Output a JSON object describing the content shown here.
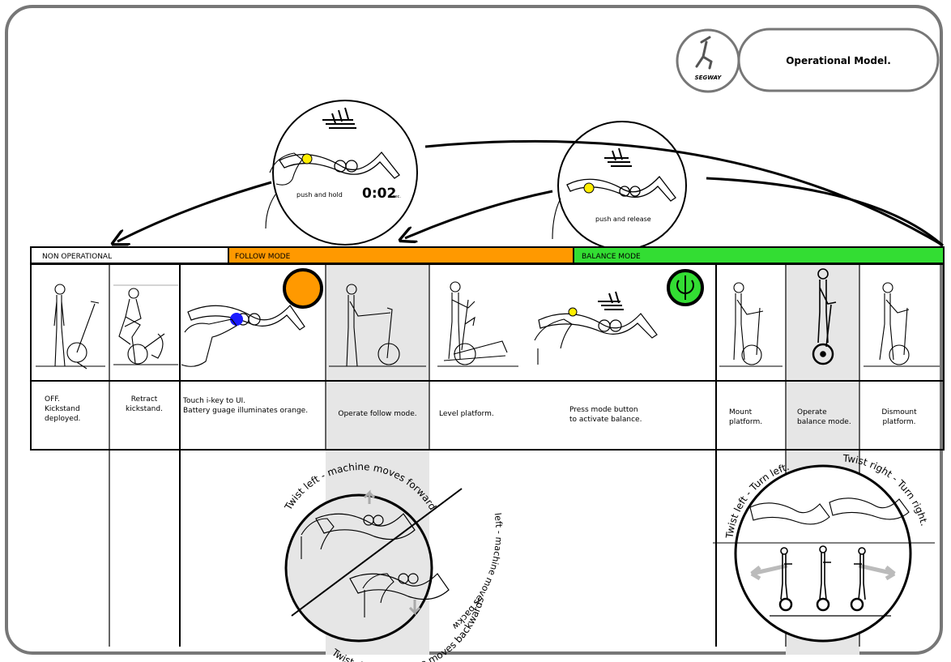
{
  "header": {
    "brand_name": "SEGWAY",
    "title": "Operational Model."
  },
  "callouts": {
    "hold": {
      "label": "push and hold",
      "timer": "0:02",
      "timer_unit": "sec."
    },
    "release": {
      "label": "push and release"
    }
  },
  "mode_bands": [
    {
      "label": "NON OPERATIONAL",
      "color": "#ffffff"
    },
    {
      "label": "FOLLOW MODE",
      "color": "#ff9900"
    },
    {
      "label": "BALANCE MODE",
      "color": "#33dd33"
    }
  ],
  "steps": [
    {
      "caption": [
        "OFF.",
        "Kickstand",
        "deployed."
      ]
    },
    {
      "caption": [
        "Retract",
        "kickstand."
      ]
    },
    {
      "caption": [
        "Touch i-key to UI.",
        "Battery guage illuminates orange."
      ]
    },
    {
      "caption": [
        "Operate follow mode."
      ]
    },
    {
      "caption": [
        "Level platform."
      ]
    },
    {
      "caption": [
        "Press mode button",
        "to activate balance."
      ]
    },
    {
      "caption": [
        "Mount",
        "platform."
      ]
    },
    {
      "caption": [
        "Operate",
        "balance mode."
      ]
    },
    {
      "caption": [
        "Dismount",
        "platform."
      ]
    }
  ],
  "follow_detail": {
    "top_arc": "Twist left - machine moves forward",
    "side_arc": "Twist left - machine moves backwards",
    "bottom_arc": "Twist right - machine moves backwards"
  },
  "balance_detail": {
    "left_arc": "Twist left - Turn left.",
    "right_arc": "Twist right - Turn right."
  },
  "colors": {
    "orange": "#ff9900",
    "green": "#33dd33",
    "yellow": "#ffee00",
    "blue": "#1a1aff",
    "frame": "#777777",
    "shade": "#e6e6e6"
  }
}
